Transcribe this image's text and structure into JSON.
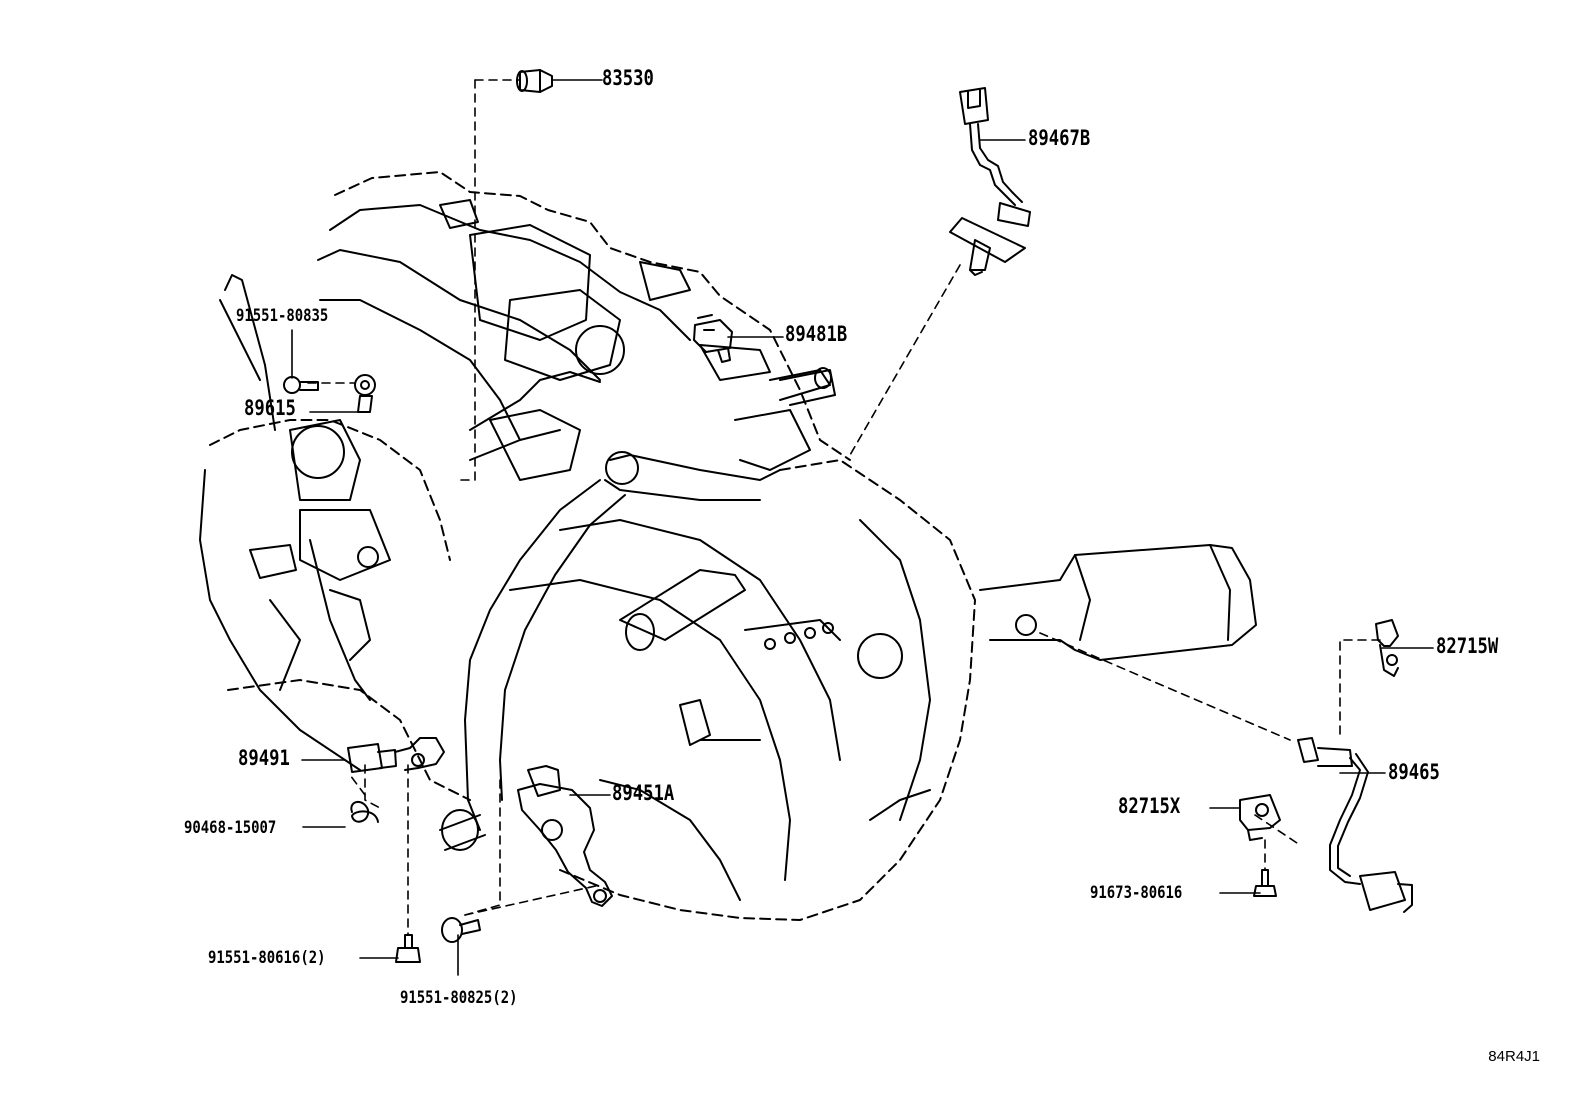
{
  "figure_id": "84R4J1",
  "callouts": [
    {
      "key": "c83530",
      "label": "83530"
    },
    {
      "key": "c89467b",
      "label": "89467B"
    },
    {
      "key": "c91551a",
      "label": "91551-80835"
    },
    {
      "key": "c89481b",
      "label": "89481B"
    },
    {
      "key": "c89615",
      "label": "89615"
    },
    {
      "key": "c82715w",
      "label": "82715W"
    },
    {
      "key": "c89491",
      "label": "89491"
    },
    {
      "key": "c89465",
      "label": "89465"
    },
    {
      "key": "c89451a",
      "label": "89451A"
    },
    {
      "key": "c82715x",
      "label": "82715X"
    },
    {
      "key": "c90468",
      "label": "90468-15007"
    },
    {
      "key": "c91673",
      "label": "91673-80616"
    },
    {
      "key": "c91551b",
      "label": "91551-80616(2)"
    },
    {
      "key": "c91551c",
      "label": "91551-80825(2)"
    }
  ]
}
